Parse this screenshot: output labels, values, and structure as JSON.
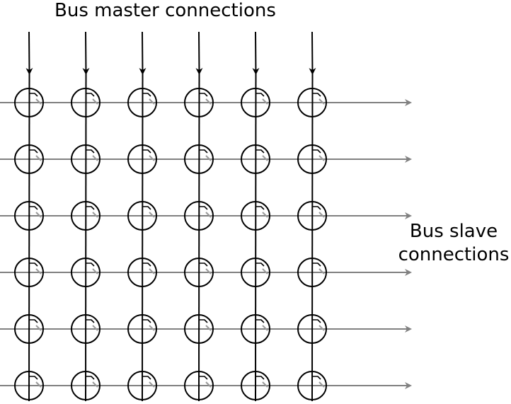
{
  "labels": {
    "master": "Bus master connections",
    "slave_line1": "Bus slave",
    "slave_line2": "connections"
  },
  "grid": {
    "master_count": 6,
    "slave_count": 6
  },
  "colors": {
    "master_line": "#000000",
    "slave_line": "#808080",
    "crosspoint_circle": "#000000",
    "crosspoint_switch_fixed": "#000000",
    "crosspoint_switch_movable": "#9a9a9a",
    "background": "#ffffff"
  },
  "icons": {
    "crosspoint": "switch-crosspoint-icon",
    "arrow": "arrowhead-icon"
  }
}
